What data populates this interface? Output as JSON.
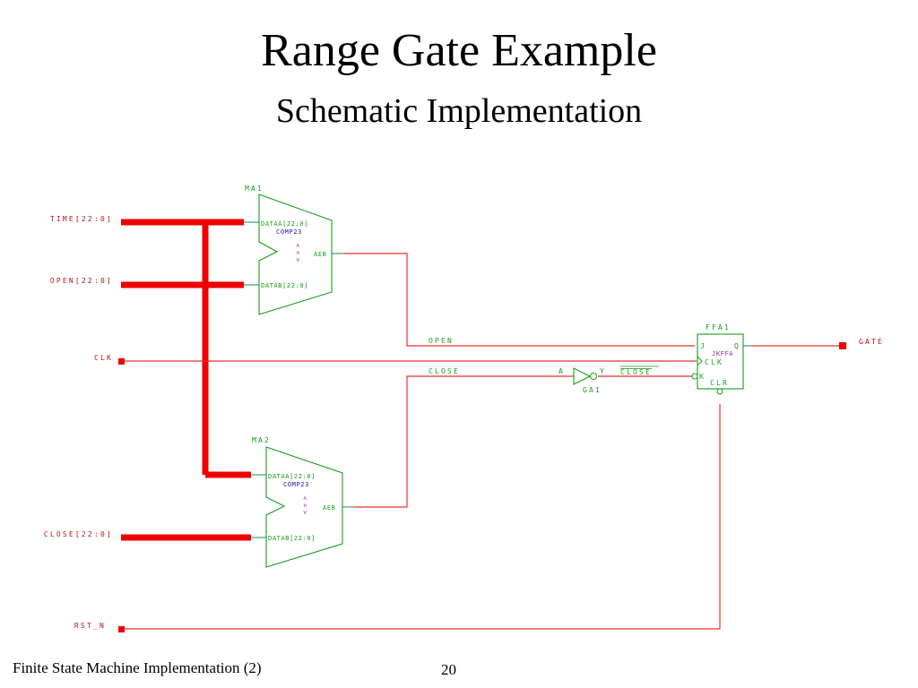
{
  "slide": {
    "title": "Range Gate Example",
    "subtitle": "Schematic Implementation",
    "footer_left": "Finite State Machine Implementation (2)",
    "page_number": "20"
  },
  "schematic": {
    "ports": {
      "time": "TIME[22:0]",
      "open": "OPEN[22:0]",
      "clk": "CLK",
      "close": "CLOSE[22:0]",
      "rst": "RST_N",
      "gate": "GATE"
    },
    "comparator_1": {
      "instance": "MA1",
      "type": "COMP23",
      "pin_a": "DATAA[22:0]",
      "pin_b": "DATAB[22:0]",
      "pin_out": "AEB",
      "op_1": "<",
      "op_2": "=",
      "op_3": ">"
    },
    "comparator_2": {
      "instance": "MA2",
      "type": "COMP23",
      "pin_a": "DATAA[22:0]",
      "pin_b": "DATAB[22:0]",
      "pin_out": "AEB",
      "op_1": "<",
      "op_2": "=",
      "op_3": ">"
    },
    "flipflop": {
      "instance": "FFA1",
      "type": "JKFFA",
      "pin_j": "J",
      "pin_q": "Q",
      "pin_clk": "CLK",
      "pin_k": "K",
      "pin_clr": "CLR"
    },
    "inverter": {
      "instance": "GA1",
      "pin_a": "A",
      "pin_y": "Y"
    },
    "nets": {
      "open": "OPEN",
      "close": "CLOSE",
      "close_n": "CLOSE"
    },
    "colors": {
      "wire": "#e8322c",
      "bus": "#ee0000",
      "symbol": "#1c9a1c",
      "label": "#b01818",
      "pin": "#1c8a6a",
      "type_text": "#1a1a9a",
      "purple": "#8a2aa8"
    }
  }
}
